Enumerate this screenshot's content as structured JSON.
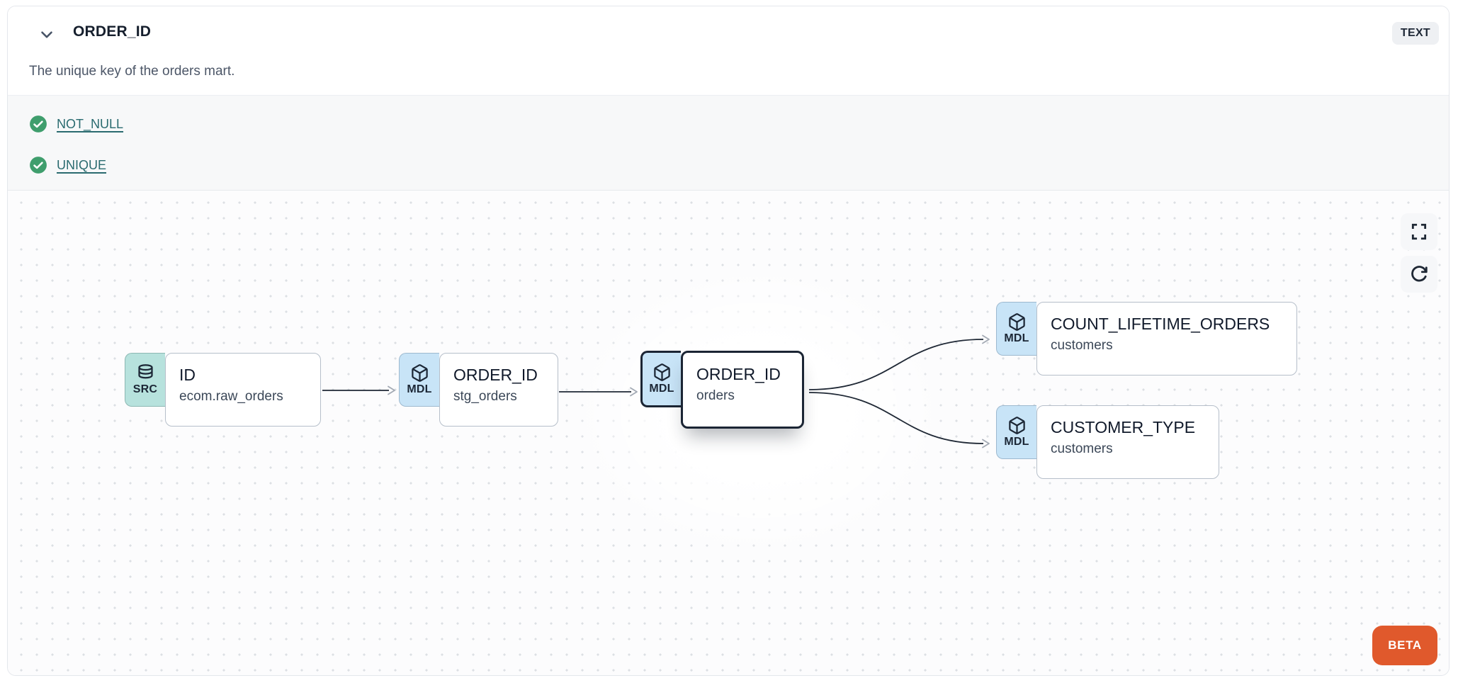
{
  "header": {
    "title": "ORDER_ID",
    "type_badge": "TEXT",
    "description": "The unique key of the orders mart."
  },
  "tests": {
    "items": [
      {
        "label": "NOT_NULL",
        "status": "pass"
      },
      {
        "label": "UNIQUE",
        "status": "pass"
      }
    ],
    "pass_color": "#3f9e6d"
  },
  "lineage": {
    "nodes": [
      {
        "kind": "SRC",
        "icon": "database-icon",
        "title": "ID",
        "subtitle": "ecom.raw_orders",
        "selected": false
      },
      {
        "kind": "MDL",
        "icon": "cube-icon",
        "title": "ORDER_ID",
        "subtitle": "stg_orders",
        "selected": false
      },
      {
        "kind": "MDL",
        "icon": "cube-icon",
        "title": "ORDER_ID",
        "subtitle": "orders",
        "selected": true
      },
      {
        "kind": "MDL",
        "icon": "cube-icon",
        "title": "COUNT_LIFETIME_ORDERS",
        "subtitle": "customers",
        "selected": false
      },
      {
        "kind": "MDL",
        "icon": "cube-icon",
        "title": "CUSTOMER_TYPE",
        "subtitle": "customers",
        "selected": false
      }
    ],
    "edges": [
      {
        "from": 0,
        "to": 1
      },
      {
        "from": 1,
        "to": 2
      },
      {
        "from": 2,
        "to": 3
      },
      {
        "from": 2,
        "to": 4
      }
    ],
    "controls": [
      {
        "name": "fullscreen"
      },
      {
        "name": "refresh"
      }
    ],
    "beta_label": "BETA"
  },
  "colors": {
    "src_badge_bg": "#b7e2dd",
    "mdl_badge_bg": "#c8e4f7",
    "selected_border": "#1b2534",
    "test_link": "#2a6b70",
    "beta_bg": "#e0592c",
    "tests_section_bg": "#f7f8f9"
  }
}
